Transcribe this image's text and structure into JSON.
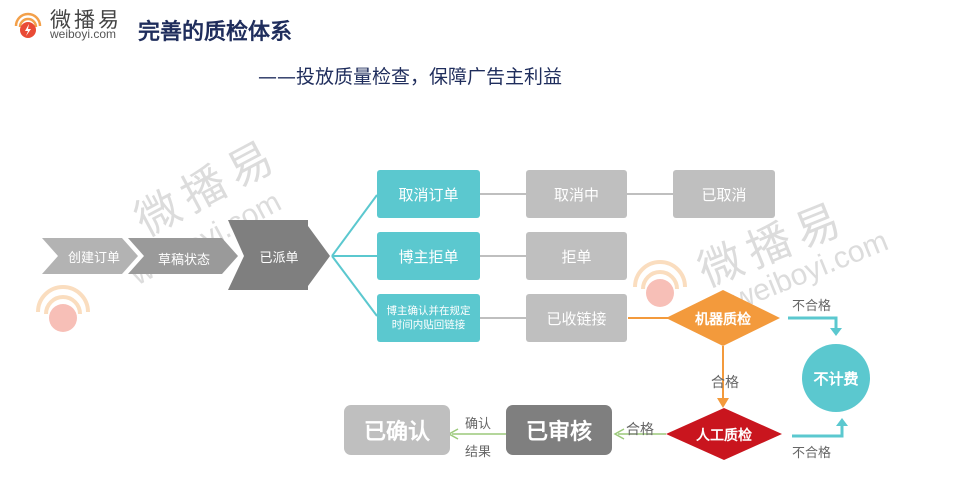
{
  "logo": {
    "name_cn": "微播易",
    "name_en": "weiboyi.com"
  },
  "header": {
    "title": "完善的质检体系",
    "subtitle": "——投放质量检查，保障广告主利益"
  },
  "watermark": {
    "name_cn": "微播易",
    "name_en": "weiboyi.com"
  },
  "flow": {
    "stage1": "创建订单",
    "stage2": "草稿状态",
    "stage3": "已派单",
    "cancel_order": "取消订单",
    "cancelling": "取消中",
    "cancelled": "已取消",
    "blogger_reject": "博主拒单",
    "rejected": "拒单",
    "confirm_post": "博主确认并在规定时间内贴回链接",
    "link_received": "已收链接",
    "machine_check": "机器质检",
    "manual_check": "人工质检",
    "reviewed": "已审核",
    "confirmed": "已确认",
    "no_charge": "不计费",
    "fail_label_1": "不合格",
    "fail_label_2": "不合格",
    "pass_label_1": "合格",
    "pass_label_2": "合格",
    "confirm_result_1": "确认",
    "confirm_result_2": "结果"
  },
  "colors": {
    "teal": "#5bc8cf",
    "grey": "#bfbfbf",
    "orange": "#f39a3c",
    "red": "#c9151e",
    "arrow_dark": "#7f7f7f",
    "green_line": "#9bc97a"
  }
}
